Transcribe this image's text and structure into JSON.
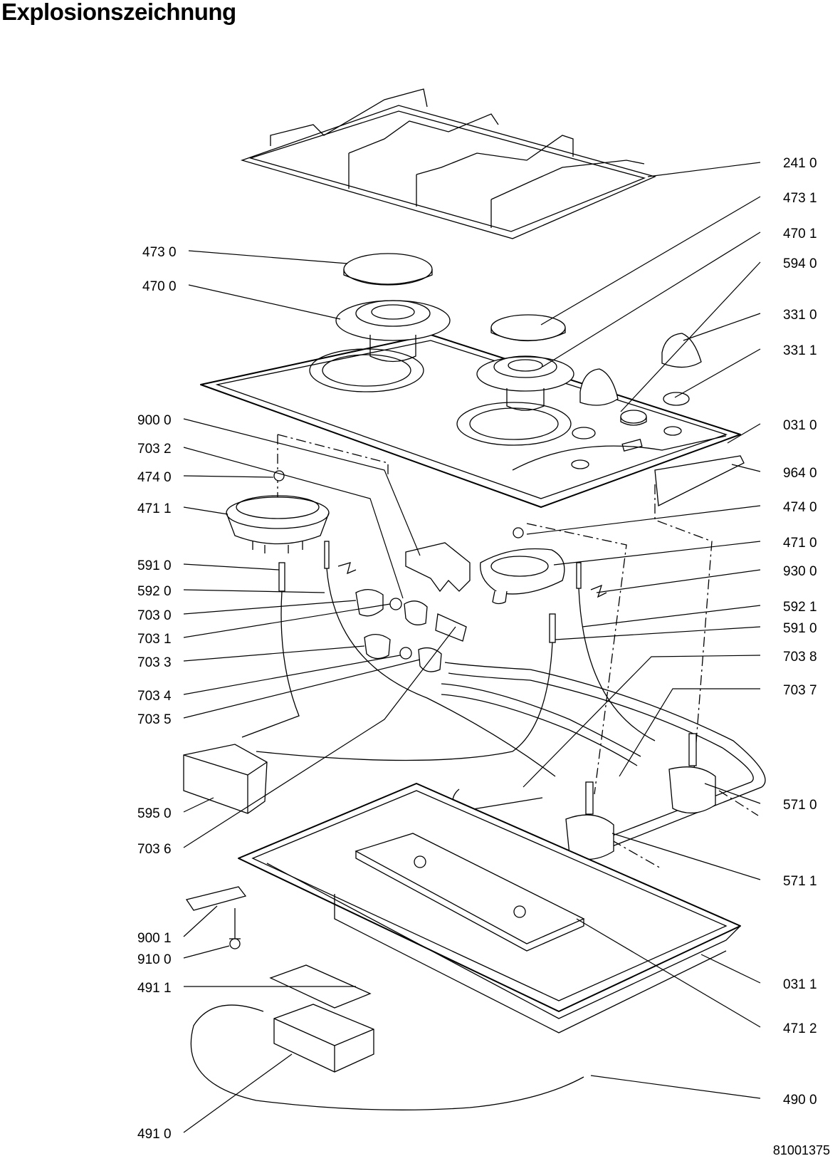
{
  "title": "Explosionszeichnung",
  "document_number": "81001375",
  "diagram": {
    "labels": [
      {
        "id": "241-0",
        "text": "241 0"
      },
      {
        "id": "473-1",
        "text": "473 1"
      },
      {
        "id": "470-1",
        "text": "470 1"
      },
      {
        "id": "594-0",
        "text": "594 0"
      },
      {
        "id": "331-0",
        "text": "331 0"
      },
      {
        "id": "331-1",
        "text": "331 1"
      },
      {
        "id": "031-0",
        "text": "031 0"
      },
      {
        "id": "964-0",
        "text": "964 0"
      },
      {
        "id": "474-0-right",
        "text": "474 0"
      },
      {
        "id": "471-0",
        "text": "471 0"
      },
      {
        "id": "930-0",
        "text": "930 0"
      },
      {
        "id": "592-1",
        "text": "592 1"
      },
      {
        "id": "591-0-right",
        "text": "591 0"
      },
      {
        "id": "703-8",
        "text": "703 8"
      },
      {
        "id": "703-7",
        "text": "703 7"
      },
      {
        "id": "571-0",
        "text": "571 0"
      },
      {
        "id": "571-1",
        "text": "571 1"
      },
      {
        "id": "031-1",
        "text": "031 1"
      },
      {
        "id": "471-2",
        "text": "471 2"
      },
      {
        "id": "490-0",
        "text": "490 0"
      },
      {
        "id": "473-0",
        "text": "473 0"
      },
      {
        "id": "470-0",
        "text": "470 0"
      },
      {
        "id": "900-0",
        "text": "900 0"
      },
      {
        "id": "703-2",
        "text": "703 2"
      },
      {
        "id": "474-0-left",
        "text": "474 0"
      },
      {
        "id": "471-1",
        "text": "471 1"
      },
      {
        "id": "591-0-left",
        "text": "591 0"
      },
      {
        "id": "592-0",
        "text": "592 0"
      },
      {
        "id": "703-0",
        "text": "703 0"
      },
      {
        "id": "703-1",
        "text": "703 1"
      },
      {
        "id": "703-3",
        "text": "703 3"
      },
      {
        "id": "703-4",
        "text": "703 4"
      },
      {
        "id": "703-5",
        "text": "703 5"
      },
      {
        "id": "595-0",
        "text": "595 0"
      },
      {
        "id": "703-6",
        "text": "703 6"
      },
      {
        "id": "900-1",
        "text": "900 1"
      },
      {
        "id": "910-0",
        "text": "910 0"
      },
      {
        "id": "491-1",
        "text": "491 1"
      },
      {
        "id": "491-0",
        "text": "491 0"
      }
    ]
  }
}
